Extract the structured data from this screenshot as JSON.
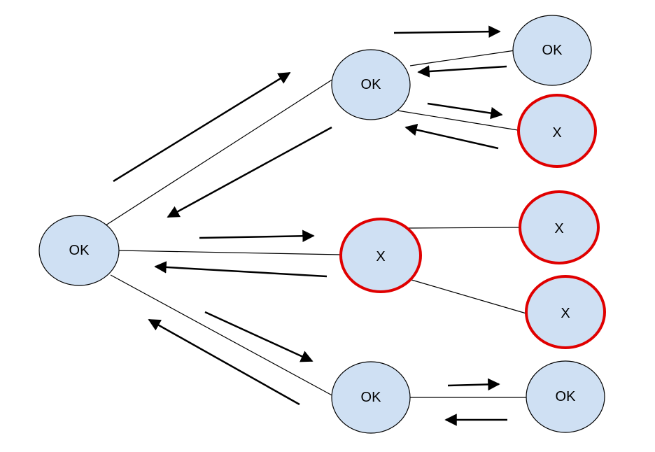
{
  "colors": {
    "node_fill": "#cfe0f3",
    "ok_stroke": "#000000",
    "error_stroke": "#e00000",
    "line": "#000000"
  },
  "nodes": {
    "root": {
      "label": "OK",
      "status": "ok"
    },
    "top": {
      "label": "OK",
      "status": "ok"
    },
    "top_child_ok": {
      "label": "OK",
      "status": "ok"
    },
    "top_child_x": {
      "label": "X",
      "status": "error"
    },
    "middle": {
      "label": "X",
      "status": "error"
    },
    "middle_child_1": {
      "label": "X",
      "status": "error"
    },
    "middle_child_2": {
      "label": "X",
      "status": "error"
    },
    "bottom": {
      "label": "OK",
      "status": "ok"
    },
    "bottom_child": {
      "label": "OK",
      "status": "ok"
    }
  },
  "edges": [
    {
      "from": "root",
      "to": "top"
    },
    {
      "from": "root",
      "to": "middle"
    },
    {
      "from": "root",
      "to": "bottom"
    },
    {
      "from": "top",
      "to": "top_child_ok"
    },
    {
      "from": "top",
      "to": "top_child_x"
    },
    {
      "from": "middle",
      "to": "middle_child_1"
    },
    {
      "from": "middle",
      "to": "middle_child_2"
    },
    {
      "from": "bottom",
      "to": "bottom_child"
    }
  ],
  "message_arrows": [
    {
      "from": "root",
      "to": "top",
      "direction": "request"
    },
    {
      "from": "top",
      "to": "root",
      "direction": "response"
    },
    {
      "from": "root",
      "to": "middle",
      "direction": "request"
    },
    {
      "from": "middle",
      "to": "root",
      "direction": "response"
    },
    {
      "from": "root",
      "to": "bottom",
      "direction": "request"
    },
    {
      "from": "bottom",
      "to": "root",
      "direction": "response"
    },
    {
      "from": "top",
      "to": "top_child_ok",
      "direction": "request"
    },
    {
      "from": "top_child_ok",
      "to": "top",
      "direction": "response"
    },
    {
      "from": "top",
      "to": "top_child_x",
      "direction": "request"
    },
    {
      "from": "top_child_x",
      "to": "top",
      "direction": "response"
    },
    {
      "from": "bottom",
      "to": "bottom_child",
      "direction": "request"
    },
    {
      "from": "bottom_child",
      "to": "bottom",
      "direction": "response"
    }
  ]
}
